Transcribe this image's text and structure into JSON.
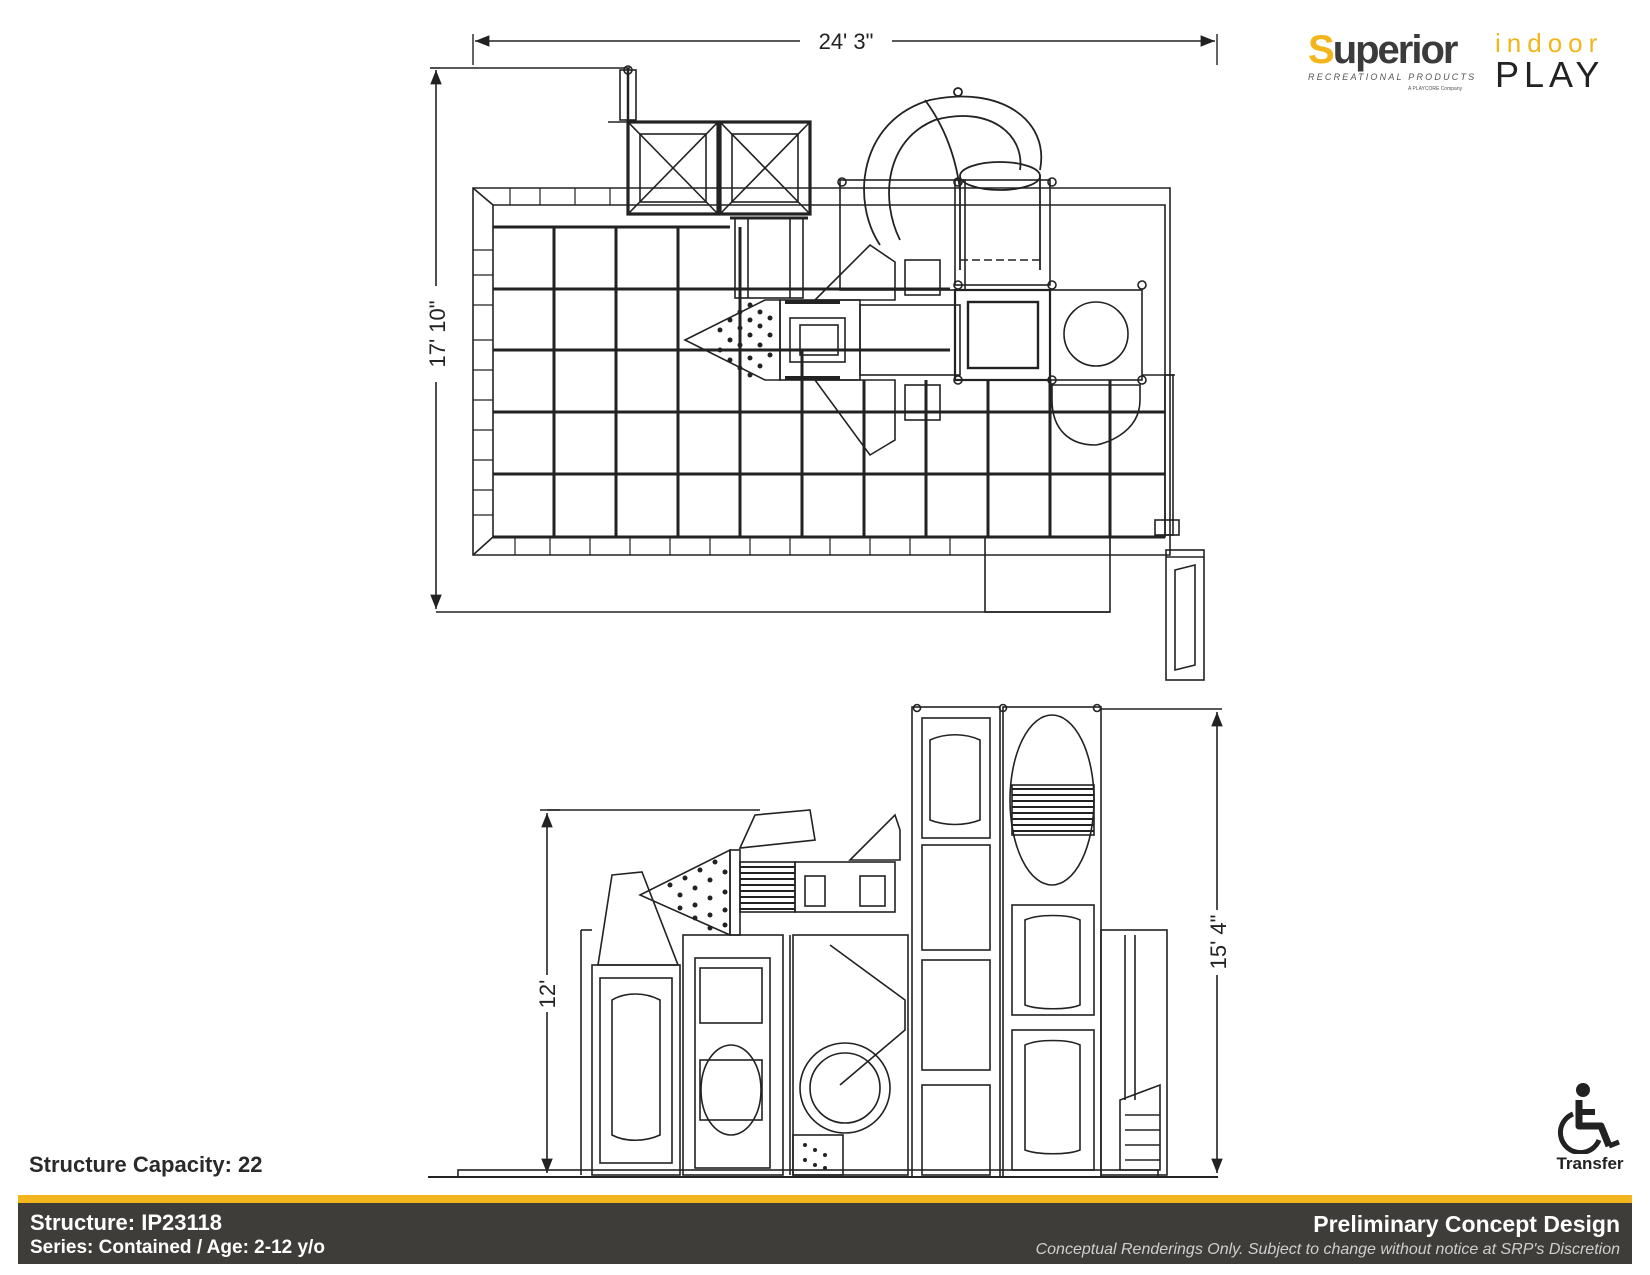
{
  "brand": {
    "name": "Superior",
    "tagline": "RECREATIONAL PRODUCTS",
    "parent": "A PLAYCORE Company",
    "product_line_top": "indoor",
    "product_line_bottom": "PLAY",
    "accent_color": "#f2b61c",
    "dark_color": "#3f3d3a"
  },
  "plan_view": {
    "width_label": "24' 3\"",
    "depth_label": "17' 10\""
  },
  "elevation_view": {
    "deck_height_label": "12'",
    "overall_height_label": "15' 4\""
  },
  "capacity": {
    "text": "Structure Capacity: 22"
  },
  "accessibility": {
    "icon": "wheelchair-icon",
    "label": "Transfer"
  },
  "footer": {
    "structure": "Structure: IP23118",
    "series": "Series: Contained / Age: 2-12 y/o",
    "status": "Preliminary Concept Design",
    "disclaimer": "Conceptual Renderings Only. Subject to change without notice at SRP's Discretion"
  }
}
